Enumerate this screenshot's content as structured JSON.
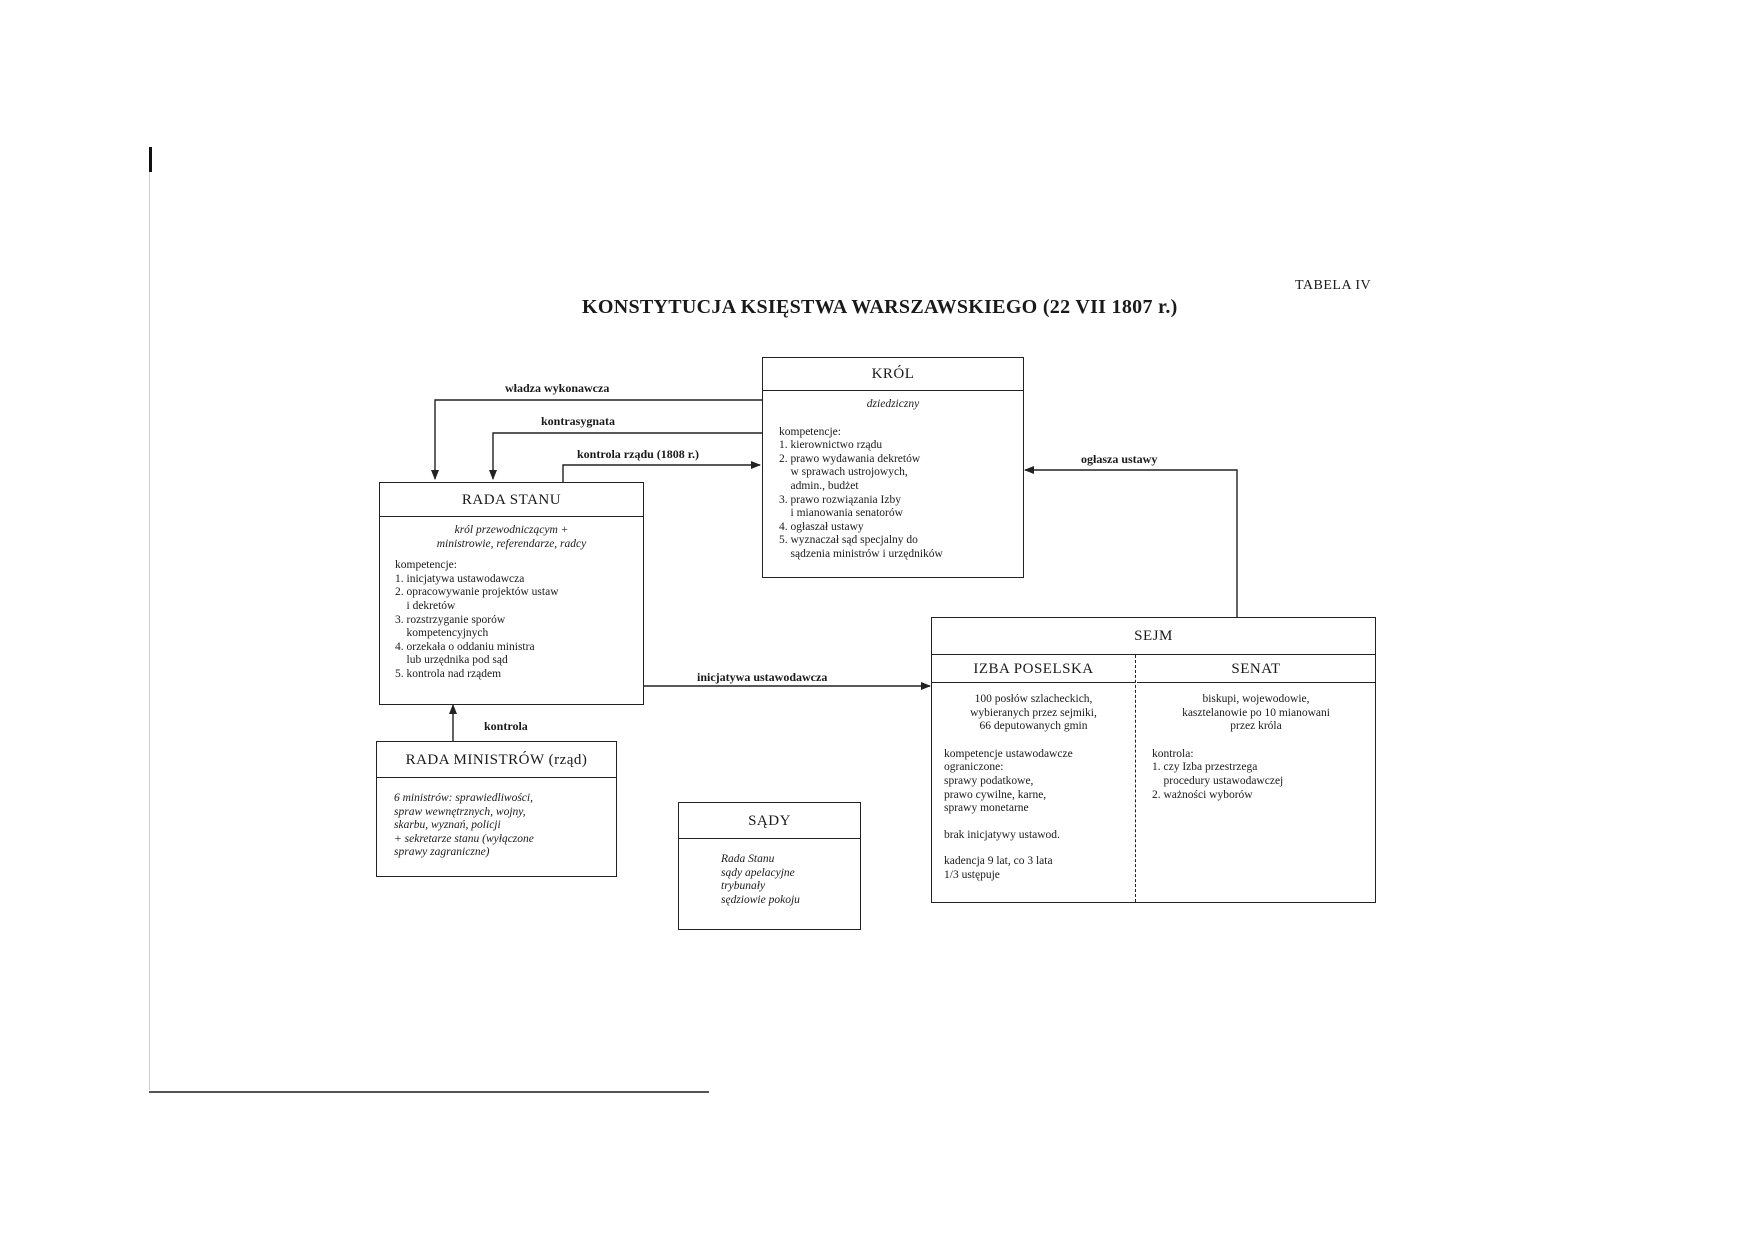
{
  "header": {
    "title": "KONSTYTUCJA KSIĘSTWA WARSZAWSKIEGO (22 VII 1807 r.)",
    "table_label": "TABELA IV"
  },
  "krol": {
    "title": "KRÓL",
    "subtitle": "dziedziczny",
    "competence_heading": "kompetencje:",
    "items": [
      "1. kierownictwo rządu",
      "2. prawo wydawania dekretów",
      "    w sprawach ustrojowych,",
      "    admin., budżet",
      "3. prawo rozwiązania Izby",
      "    i mianowania senatorów",
      "4. ogłaszał ustawy",
      "5. wyznaczał sąd specjalny do",
      "    sądzenia ministrów i urzędników"
    ]
  },
  "rada_stanu": {
    "title": "RADA STANU",
    "subtitle_lines": [
      "król przewodniczącym +",
      "ministrowie, referendarze, radcy"
    ],
    "competence_heading": "kompetencje:",
    "items": [
      "1. inicjatywa ustawodawcza",
      "2. opracowywanie projektów ustaw",
      "    i dekretów",
      "3. rozstrzyganie sporów",
      "    kompetencyjnych",
      "4. orzekała o oddaniu ministra",
      "    lub urzędnika pod sąd",
      "5. kontrola nad rządem"
    ]
  },
  "rada_ministrow": {
    "title": "RADA MINISTRÓW (rząd)",
    "lines": [
      "6 ministrów: sprawiedliwości,",
      "spraw wewnętrznych, wojny,",
      "skarbu, wyznań, policji",
      "+ sekretarze stanu (wyłączone",
      "sprawy zagraniczne)"
    ]
  },
  "sady": {
    "title": "SĄDY",
    "lines": [
      "Rada Stanu",
      "sądy apelacyjne",
      "trybunały",
      "sędziowie pokoju"
    ]
  },
  "sejm": {
    "title": "SEJM",
    "izba": {
      "title": "IZBA POSELSKA",
      "composition": [
        "100 posłów szlacheckich,",
        "wybieranych przez sejmiki,",
        "66 deputowanych gmin"
      ],
      "competences": [
        "kompetencje ustawodawcze",
        "ograniczone:",
        "sprawy podatkowe,",
        "prawo cywilne, karne,",
        "sprawy monetarne"
      ],
      "no_initiative": "brak inicjatywy ustawod.",
      "term": [
        "kadencja 9 lat, co 3 lata",
        "1/3 ustępuje"
      ]
    },
    "senat": {
      "title": "SENAT",
      "composition": [
        "biskupi, wojewodowie,",
        "kasztelanowie po 10 mianowani",
        "przez króla"
      ],
      "control_heading": "kontrola:",
      "control_items": [
        "1. czy Izba przestrzega",
        "    procedury ustawodawczej",
        "2. ważności wyborów"
      ]
    }
  },
  "arrows": {
    "wladza": "władza wykonawcza",
    "kontrasygnata": "kontrasygnata",
    "kontrola_rzadu": "kontrola rządu (1808 r.)",
    "oglasza": "ogłasza ustawy",
    "inicjatywa": "inicjatywa ustawodawcza",
    "kontrola": "kontrola"
  }
}
